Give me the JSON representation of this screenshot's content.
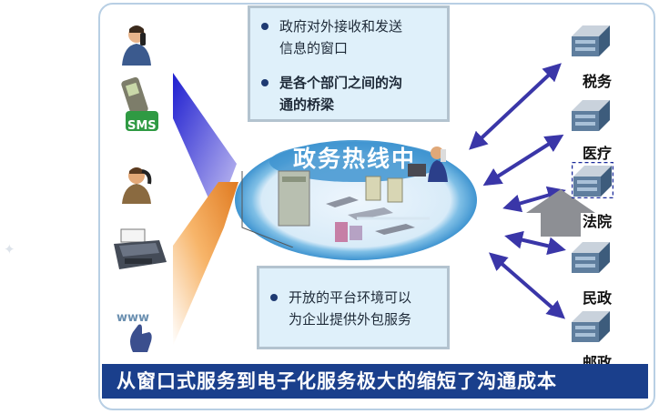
{
  "top_box": {
    "line1": "政府对外接收和发送",
    "line2": "信息的窗口",
    "line3": "是各个部门之间的沟",
    "line4": "通的桥梁"
  },
  "hub": {
    "title": "政务热线中"
  },
  "bottom_box": {
    "line1": "开放的平台环境可以",
    "line2": "为企业提供外包服务"
  },
  "sms_label": "SMS",
  "departments": [
    "税务",
    "医疗",
    "法院",
    "民政",
    "邮政"
  ],
  "footer": {
    "text": "从窗口式服务到电子化服务极大的缩短了沟通成本"
  },
  "channels": [
    "person-phone-icon",
    "mobile-sms-icon",
    "call-person-icon",
    "fax-icon",
    "web-access-icon"
  ],
  "colors": {
    "footer": "#1a3f8c",
    "arrow": "#3a36a8",
    "hub_ring": "#6fb3df",
    "box": "#dff0fa"
  }
}
